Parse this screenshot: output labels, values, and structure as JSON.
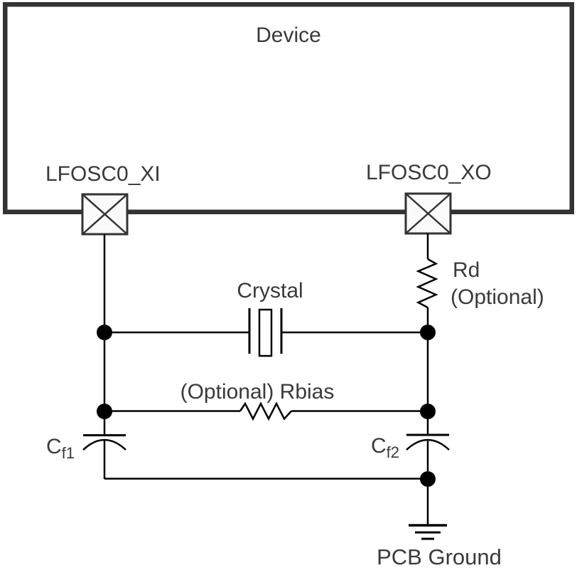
{
  "diagram": {
    "device": {
      "label": "Device",
      "pins": {
        "xi": "LFOSC0_XI",
        "xo": "LFOSC0_XO"
      }
    },
    "components": {
      "crystal": {
        "label": "Crystal"
      },
      "rd": {
        "name": "Rd",
        "note": "(Optional)"
      },
      "rbias": {
        "label": "(Optional) Rbias"
      },
      "cf1": {
        "symbol": "C",
        "sub": "f1"
      },
      "cf2": {
        "symbol": "C",
        "sub": "f2"
      },
      "ground": {
        "label": "PCB Ground"
      }
    },
    "colors": {
      "wire": "#000000",
      "device_outline": "#333333",
      "text": "#3a3a3a",
      "background": "#ffffff",
      "pin_fill": "#fafafa"
    }
  }
}
